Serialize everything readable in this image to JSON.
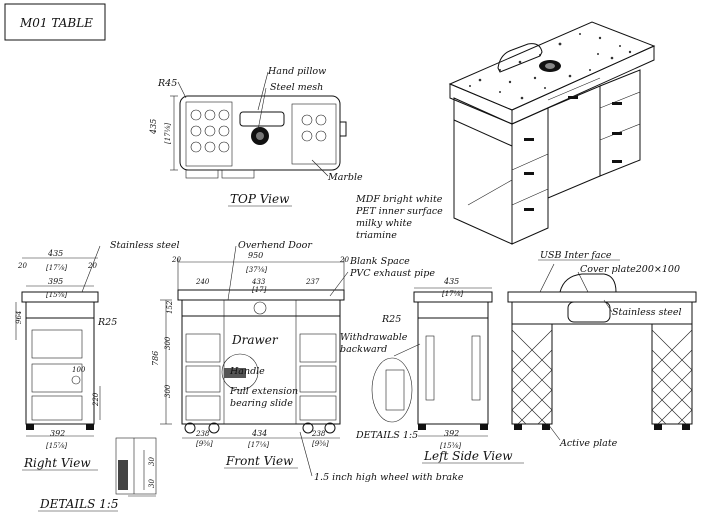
{
  "title": "M01 TABLE",
  "views": {
    "top": "TOP View",
    "front": "Front View",
    "right": "Right View",
    "left": "Left Side View"
  },
  "labels": {
    "hand_pillow": "Hand pillow",
    "steel_mesh": "Steel mesh",
    "marble": "Marble",
    "r45": "R45",
    "mdf1": "MDF bright white",
    "mdf2": "PET inner surface",
    "mdf3": "milky white",
    "mdf4": "triamine",
    "stainless_steel": "Stainless steel",
    "overhend_door": "Overhend Door",
    "blank_space": "Blank Space",
    "pvc_exhaust": "PVC exhaust pipe",
    "usb": "USB Inter face",
    "cover_plate": "Cover plate200×100",
    "stainless_steel_right": "Stainless steel",
    "r25_right": "R25",
    "r25_left": "R25",
    "withdrawable1": "Withdrawable",
    "withdrawable2": "backward",
    "drawer": "Drawer",
    "handle": "Handle",
    "full_ext1": "Full extension",
    "full_ext2": "bearing slide",
    "wheel": "1.5 inch high wheel with brake",
    "details_left": "DETAILS 1:5",
    "details_mid": "DETAILS 1:5",
    "active_plate": "Active plate"
  },
  "dims": {
    "top_435": "435",
    "top_435_in": "[17⅛]",
    "rv_435": "435",
    "rv_435_in": "[17⅞]",
    "rv_395": "395",
    "rv_395_in": "[15⅝]",
    "rv_20a": "20",
    "rv_20b": "20",
    "rv_392": "392",
    "rv_392_in": "[15⅞]",
    "rv_220": "220",
    "rv_100": "100",
    "rv_964": "964",
    "fv_950": "950",
    "fv_950_in": "[37⅜]",
    "fv_240": "240",
    "fv_237": "237",
    "fv_433": "433",
    "fv_433_in": "[17]",
    "fv_152": "152",
    "fv_786": "786",
    "fv_300a": "300",
    "fv_300b": "300",
    "fv_238a": "238",
    "fv_238a_in": "[9⅜]",
    "fv_434": "434",
    "fv_434_in": "[17⅛]",
    "fv_238b": "238",
    "fv_238b_in": "[9⅜]",
    "fv_20a": "20",
    "fv_20b": "20",
    "lv_435": "435",
    "lv_435_in": "[17⅛]",
    "lv_392": "392",
    "lv_392_in": "[15⅜]",
    "det_30a": "30",
    "det_30b": "30"
  }
}
